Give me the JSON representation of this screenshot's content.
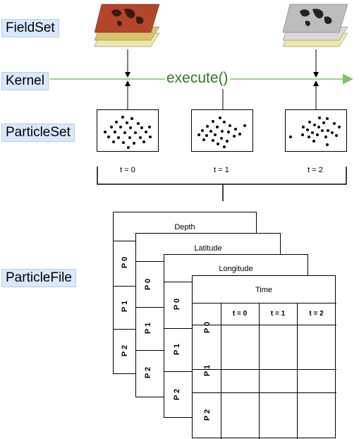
{
  "labels": {
    "fieldset": "FieldSet",
    "kernel": "Kernel",
    "particleset": "ParticleSet",
    "particlefile": "ParticleFile"
  },
  "kernel_call": "execute()",
  "time_labels": [
    "t = 0",
    "t = 1",
    "t = 2"
  ],
  "particle_file": {
    "sheets": [
      "Depth",
      "Latitude",
      "Longitude",
      "Time"
    ],
    "particles": [
      "P 0",
      "P 1",
      "P 2"
    ],
    "columns": [
      "t = 0",
      "t = 1",
      "t = 2"
    ]
  },
  "colors": {
    "label_fill": "#dae8fc",
    "kernel_arrow": "#82c36e",
    "execute_text": "#2e7d1e",
    "field_warm": "#b5452a",
    "field_gray": "#bcbcbc"
  }
}
